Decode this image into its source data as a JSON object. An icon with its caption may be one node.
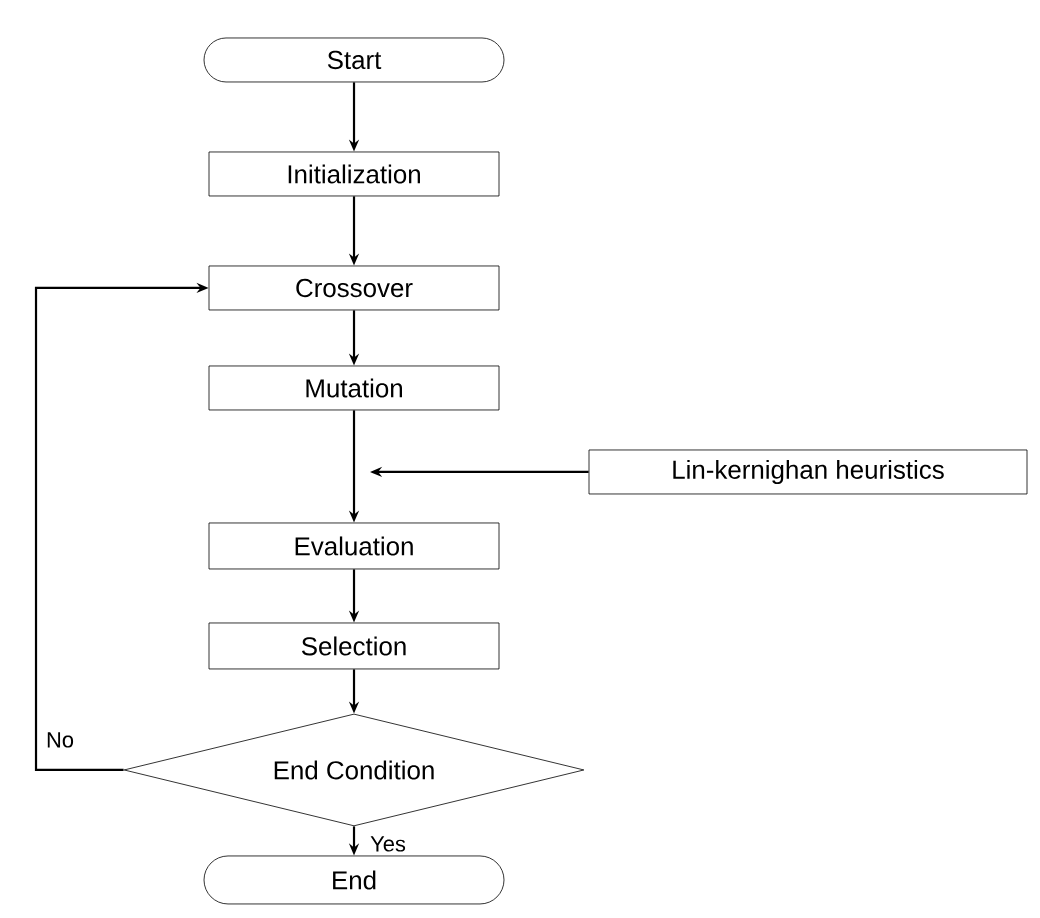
{
  "diagram": {
    "nodes": [
      {
        "text": [
          "Start"
        ]
      },
      {
        "text": [
          "Initialization"
        ]
      },
      {
        "text": [
          "Crossover"
        ]
      },
      {
        "text": [
          "Mutation"
        ]
      },
      {
        "text": [
          "Lin-kernighan heuristics"
        ]
      },
      {
        "text": [
          "Evaluation"
        ]
      },
      {
        "text": [
          "Selection"
        ]
      },
      {
        "text": [
          "End Condition"
        ]
      },
      {
        "text": [
          "End"
        ]
      }
    ],
    "edges": [
      {
        "from": 0,
        "to": 1,
        "arrow": "to"
      },
      {
        "from": 1,
        "to": 2,
        "arrow": "to"
      },
      {
        "from": 2,
        "to": 3,
        "arrow": "to"
      },
      {
        "from": 3,
        "to": 5,
        "arrow": "to"
      },
      {
        "from": 4,
        "to": null,
        "arrow": "to"
      },
      {
        "from": 5,
        "to": 6,
        "arrow": "to"
      },
      {
        "from": 6,
        "to": 7,
        "arrow": "to"
      },
      {
        "from": 7,
        "to": 8,
        "arrow": "to",
        "label": "Yes"
      },
      {
        "from": 7,
        "to": 2,
        "arrow": "to",
        "label": "No"
      }
    ]
  }
}
